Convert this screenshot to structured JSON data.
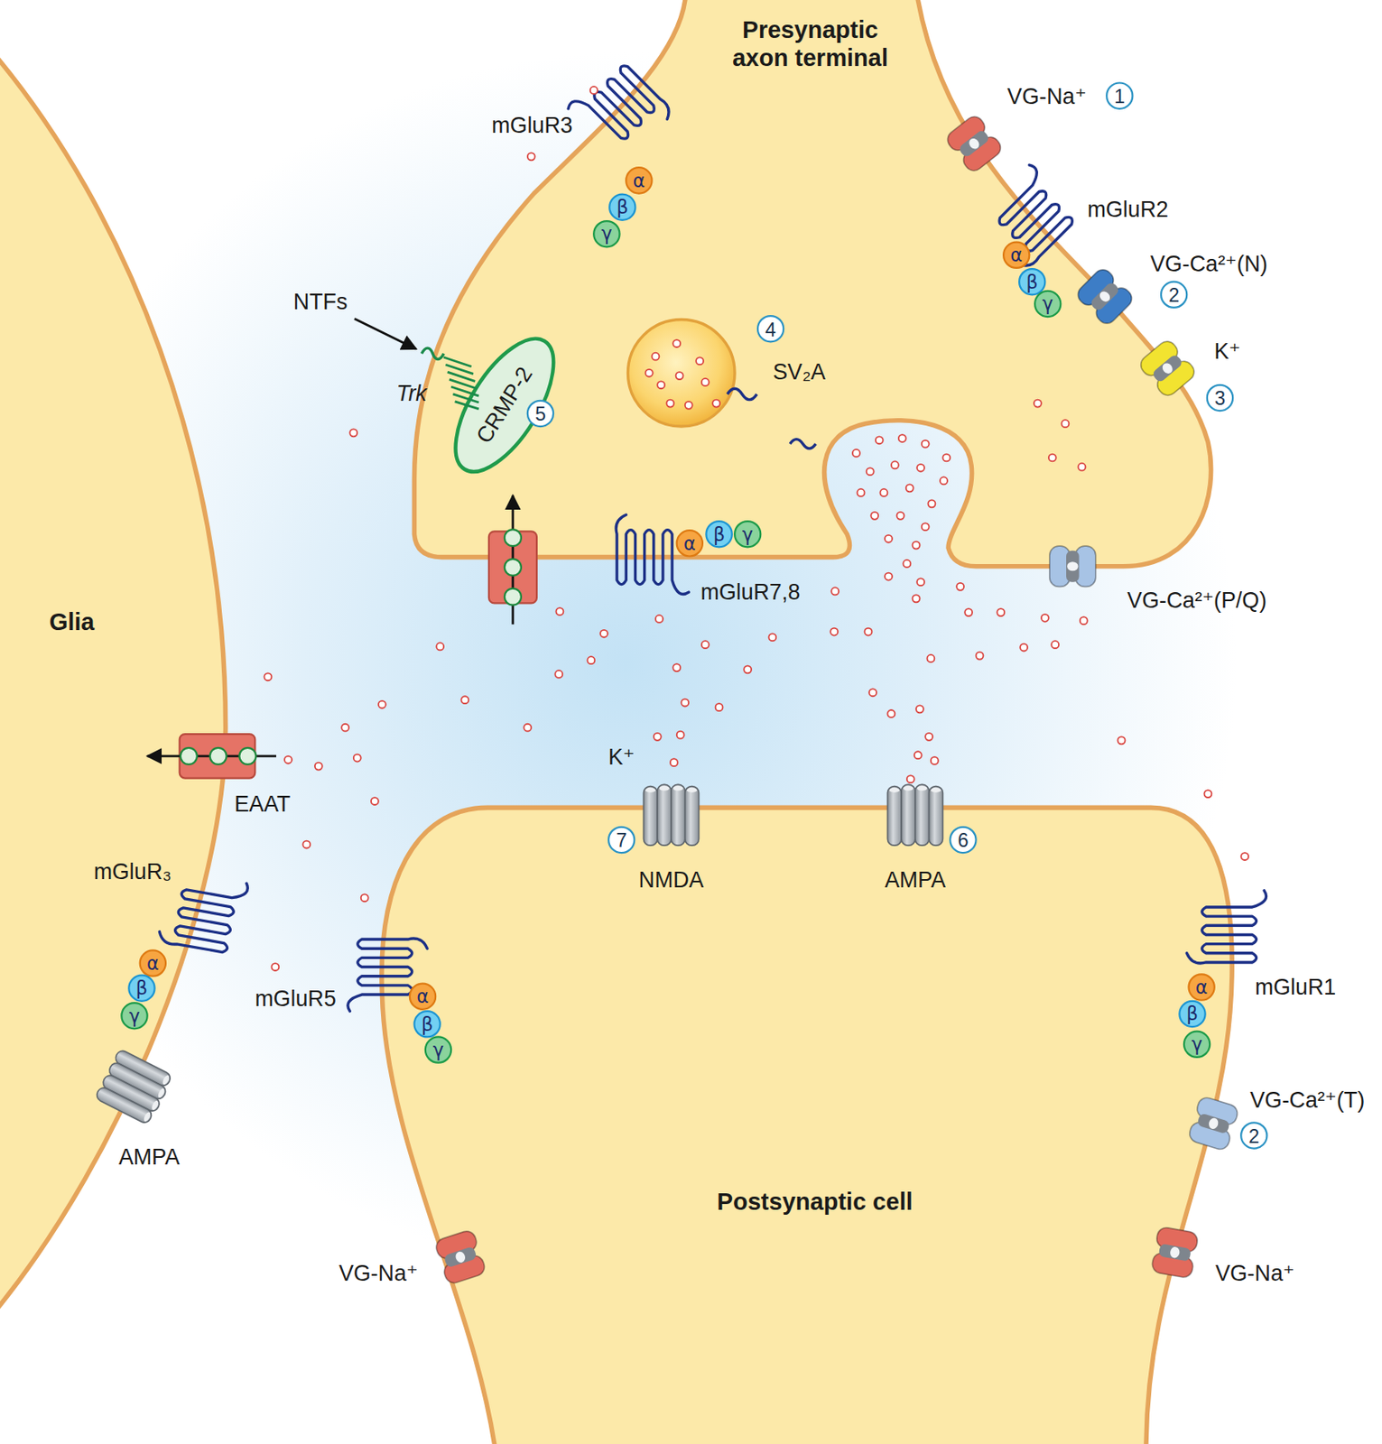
{
  "diagram": {
    "nodes": [
      {
        "text": [
          "Presynaptic axon terminal"
        ]
      },
      {
        "text": [
          "CRMP-2"
        ],
        "in": 0
      },
      {
        "text": [
          "Glia"
        ]
      },
      {
        "text": [
          "Postsynaptic cell"
        ]
      }
    ],
    "labels": [
      "mGluR3",
      "α",
      "β",
      "γ",
      "VG-Na⁺",
      "1",
      "mGluR2",
      "α",
      "β",
      "γ",
      "VG-Ca²⁺(N)",
      "2",
      "NTFs",
      "4",
      "K⁺",
      "Trk",
      "SV₂A",
      "3",
      "5",
      "α",
      "β",
      "γ",
      "mGluR7,8",
      "VG-Ca²⁺(P/Q)",
      "EAAT",
      "K⁺",
      "7",
      "NMDA",
      "AMPA",
      "6",
      "mGluR₃",
      "α",
      "β",
      "γ",
      "mGluR5",
      "α",
      "β",
      "γ",
      "mGluR1",
      "α",
      "β",
      "γ",
      "VG-Ca²⁺(T)",
      "2",
      "AMPA",
      "VG-Na⁺",
      "VG-Na⁺"
    ]
  }
}
